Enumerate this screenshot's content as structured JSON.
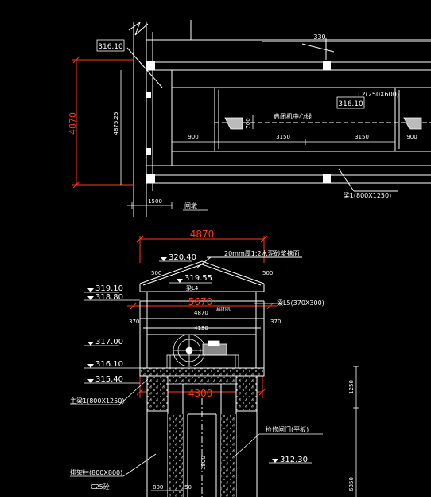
{
  "colors": {
    "background": "#000000",
    "line": "#ffffff",
    "dimension": "#ff3b1a",
    "hatch": "#cfcfcf"
  },
  "plan": {
    "dim_height": "4870",
    "dim_inner": "4875.25",
    "dim_top": "330",
    "elev_box_left": "316.10",
    "elev_box_right": "316.10",
    "beam_label": "L2(250X600)",
    "center_label": "启闭机中心线",
    "dim_900_left": "900",
    "dim_3150_left": "3150",
    "dim_3150_right": "3150",
    "dim_900_right": "900",
    "dim_700": "700",
    "dim_1500": "1500",
    "axis_label": "闸墩",
    "main_beam": "梁1(800X1250)"
  },
  "section": {
    "dim_top_width": "4870",
    "roof_note": "20mm厚1:2水泥砂浆抹面",
    "elev_roof": "320.40",
    "elev_ridge": "319.55",
    "beam_l4": "梁L4",
    "dim_500_left": "500",
    "dim_500_right": "500",
    "dim_5670": "5670",
    "center_small": "启闭机",
    "dim_4870": "4870",
    "beam_l5": "梁L5(370X300)",
    "dim_370_left": "370",
    "dim_370_right": "370",
    "dim_4130": "4130",
    "elev_319_10": "319.10",
    "elev_318_80": "318.80",
    "elev_317_00": "317.00",
    "elev_316_10": "316.10",
    "elev_315_40": "315.40",
    "dim_4300": "4300",
    "main_beam": "主梁1(800X1250)",
    "gate_slot": "检修闸门(平板)",
    "elev_312_30": "312.30",
    "pier_beam": "排架柱(800X800)",
    "concrete": "C25砼",
    "dim_800": "800",
    "dim_1250": "1250",
    "dim_6850": "6850",
    "dim_1800": "1800",
    "dim_50": "50"
  }
}
